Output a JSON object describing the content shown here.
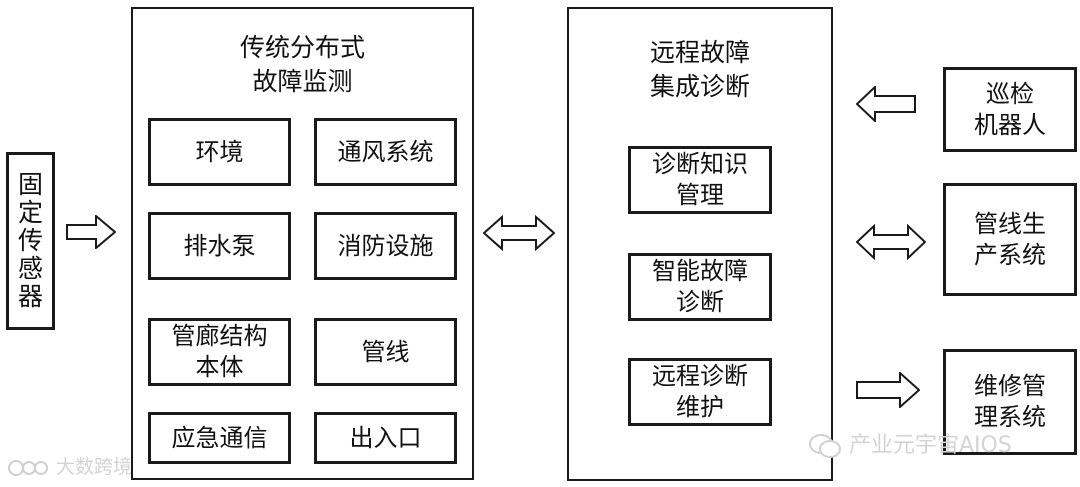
{
  "fixed_sensor": {
    "chars": [
      "固",
      "定",
      "传",
      "感",
      "器"
    ]
  },
  "left_panel": {
    "title_lines": [
      "传统分布式",
      "故障监测"
    ],
    "items": [
      [
        "环境"
      ],
      [
        "通风系统"
      ],
      [
        "排水泵"
      ],
      [
        "消防设施"
      ],
      [
        "管廊结构",
        "本体"
      ],
      [
        "管线"
      ],
      [
        "应急通信"
      ],
      [
        "出入口"
      ]
    ]
  },
  "center_panel": {
    "title_lines": [
      "远程故障",
      "集成诊断"
    ],
    "items": [
      [
        "诊断知识",
        "管理"
      ],
      [
        "智能故障",
        "诊断"
      ],
      [
        "远程诊断",
        "维护"
      ]
    ]
  },
  "right_boxes": [
    [
      "巡检",
      "机器人"
    ],
    [
      "管线生",
      "产系统"
    ],
    [
      "维修管",
      "理系统"
    ]
  ],
  "watermarks": {
    "right": "产业元宇宙AIOS",
    "left": "大数跨境"
  }
}
